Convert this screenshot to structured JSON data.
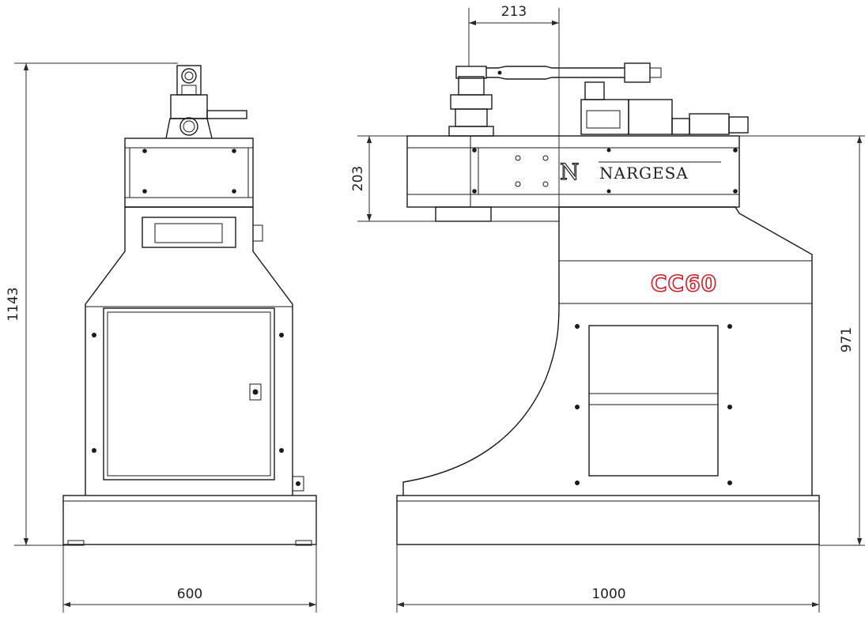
{
  "dimensions": {
    "total_height": "1143",
    "front_width": "600",
    "side_width": "1000",
    "side_height": "971",
    "head_height": "203",
    "arm_offset": "213"
  },
  "branding": {
    "brand_initial": "N",
    "brand_name": "NARGESA",
    "model_name": "CC60",
    "model_color": "#c8202a"
  }
}
